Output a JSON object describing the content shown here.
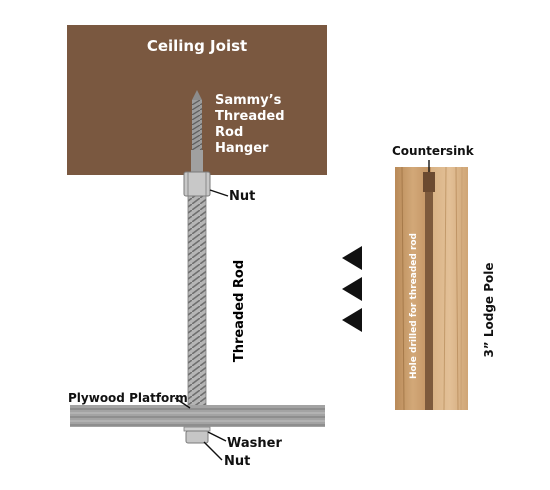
{
  "joist": {
    "title": "Ceiling Joist",
    "hanger_lines": [
      "Sammy’s",
      "Threaded",
      "Rod",
      "Hanger"
    ]
  },
  "labels": {
    "nut_top": "Nut",
    "threaded_rod": "Threaded Rod",
    "plywood": "Plywood Platform",
    "washer": "Washer",
    "nut_bottom": "Nut"
  },
  "pole": {
    "countersink": "Countersink",
    "hole_note": "Hole drilled for threaded rod",
    "pole_label": "3” Lodge Pole"
  },
  "colors": {
    "joist": "#7a5840",
    "wood": "#c79b6a",
    "rod": "#a9a9a9",
    "platform": "#9a9a9a"
  },
  "arrows": [
    "arrow-left",
    "arrow-left",
    "arrow-left"
  ]
}
